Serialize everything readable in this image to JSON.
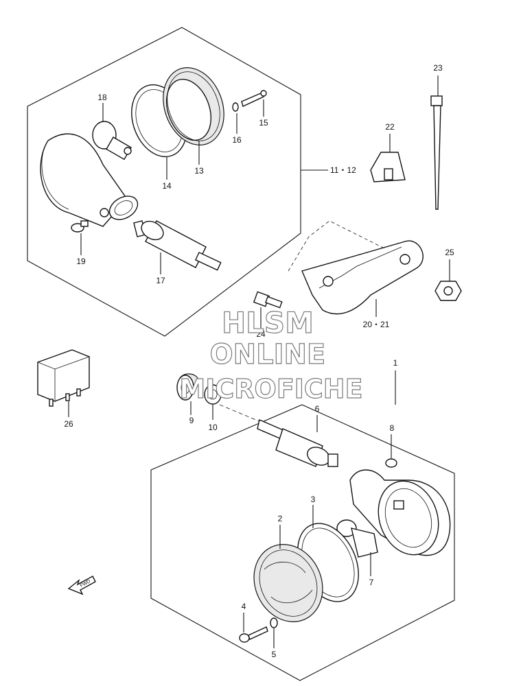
{
  "callouts": {
    "c1": "1",
    "c2": "2",
    "c3": "3",
    "c4": "4",
    "c5": "5",
    "c6": "6",
    "c7": "7",
    "c8": "8",
    "c9": "9",
    "c10": "10",
    "c11_12": "11・12",
    "c13": "13",
    "c14": "14",
    "c15": "15",
    "c16": "16",
    "c17": "17",
    "c18": "18",
    "c19": "19",
    "c20_21": "20・21",
    "c22": "22",
    "c23": "23",
    "c24": "24",
    "c25": "25",
    "c26": "26"
  },
  "watermark": {
    "line1": "HLSM",
    "line2": "ONLINE",
    "line3": "MICROFICHE"
  },
  "fwd_label": "FWD"
}
